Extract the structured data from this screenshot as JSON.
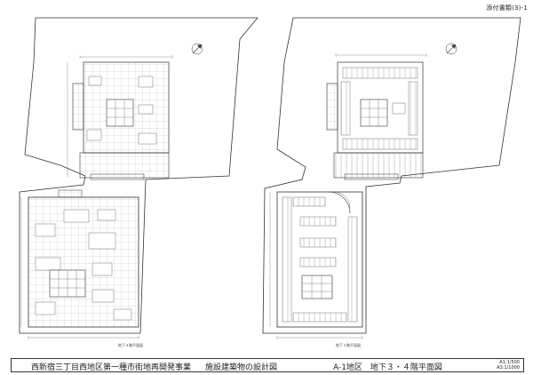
{
  "header": {
    "attachment_label": "添付書類(3)-1"
  },
  "titlebar": {
    "project": "西新宿三丁目西地区第一種市街地再開発事業",
    "drawing_type": "施設建築物の設計図",
    "drawing_title": "A-1地区　地下３・４階平面図",
    "scale_a1": "A1:1/500",
    "scale_a3": "A3:1/1000"
  },
  "plans": {
    "left_caption": "地下４階平面図",
    "right_caption": "地下３階平面図"
  },
  "colors": {
    "line": "#333333",
    "fine_line": "#666666",
    "paper": "#ffffff"
  }
}
